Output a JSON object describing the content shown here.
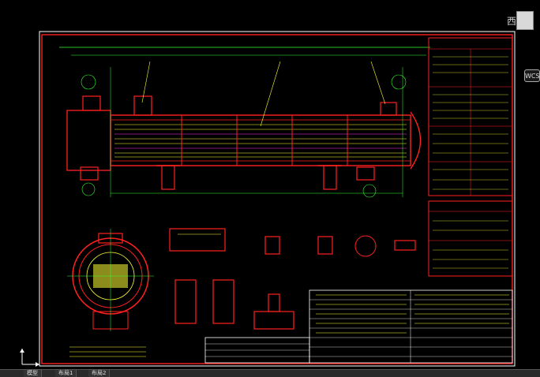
{
  "viewcube": {
    "label": "西",
    "cube_icon": "viewcube-icon"
  },
  "wcs": {
    "label": "WCS"
  },
  "layout_tabs": {
    "model": "模型",
    "layout1": "布局1",
    "layout2": "布局2"
  },
  "colors": {
    "frame": "#ffffff",
    "red": "#ff2020",
    "yellow": "#ffff33",
    "green": "#33ff33",
    "cyan": "#33ffff",
    "magenta": "#ff33ff",
    "background": "#000000"
  }
}
